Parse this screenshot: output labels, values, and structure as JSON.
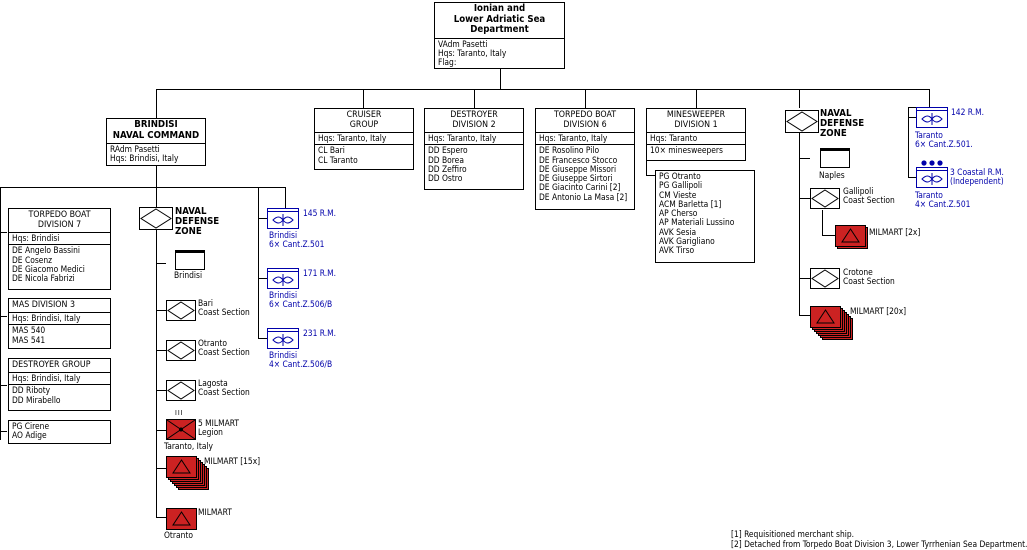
{
  "department": {
    "title_lines": [
      "Ionian and",
      "Lower Adriatic Sea",
      "Department"
    ],
    "info": [
      "VAdm Pasetti",
      "Hqs: Taranto, Italy",
      "Flag:"
    ]
  },
  "brindisi_command": {
    "title_lines": [
      "BRINDISI",
      "NAVAL COMMAND"
    ],
    "info": [
      "RAdm Pasetti",
      "Hqs: Brindisi, Italy"
    ]
  },
  "cruiser_group": {
    "title_lines": [
      "CRUISER",
      "GROUP"
    ],
    "hqs": "Hqs: Taranto, Italy",
    "units": [
      "CL Bari",
      "CL Taranto"
    ]
  },
  "destroyer_div2": {
    "title_lines": [
      "DESTROYER",
      "DIVISION 2"
    ],
    "hqs": "Hqs: Taranto, Italy",
    "units": [
      "DD Espero",
      "DD Borea",
      "DD Zeffiro",
      "DD Ostro"
    ]
  },
  "torpedo_div6": {
    "title_lines": [
      "TORPEDO BOAT",
      "DIVISION 6"
    ],
    "hqs": "Hqs: Taranto, Italy",
    "units": [
      "DE Rosolino Pilo",
      "DE Francesco Stocco",
      "DE Giuseppe Missori",
      "DE Giuseppe Sirtori",
      "DE Giacinto Carini [2]",
      "DE Antonio La Masa [2]"
    ]
  },
  "minesweeper_div1": {
    "title_lines": [
      "MINESWEEPER",
      "DIVISION 1"
    ],
    "hqs": "Hqs: Taranto",
    "units": [
      "10× minesweepers"
    ]
  },
  "misc_vessels": {
    "units": [
      "PG Otranto",
      "PG Gallipoli",
      "CM Vieste",
      "ACM Barletta [1]",
      "AP Cherso",
      "AP Materiali Lussino",
      "AVK Sesia",
      "AVK Garigliano",
      "AVK Tirso"
    ]
  },
  "torpedo_div7": {
    "title_lines": [
      "TORPEDO BOAT",
      "DIVISION 7"
    ],
    "hqs": "Hqs: Brindisi",
    "units": [
      "DE Angelo Bassini",
      "DE Cosenz",
      "DE Giacomo Medici",
      "DE Nicola Fabrizi"
    ]
  },
  "mas_div3": {
    "title": "MAS DIVISION 3",
    "hqs": "Hqs: Brindisi, Italy",
    "units": [
      "MAS 540",
      "MAS 541"
    ]
  },
  "destroyer_group": {
    "title": "DESTROYER GROUP",
    "hqs": "Hqs: Brindisi, Italy",
    "units": [
      "DD Riboty",
      "DD Mirabello"
    ]
  },
  "brindisi_aux": {
    "units": [
      "PG Cirene",
      "AO Adige"
    ]
  },
  "zone_label_lines": [
    "NAVAL",
    "DEFENSE",
    "ZONE"
  ],
  "brindisi_zone": {
    "hq_name": "Brindisi",
    "sections": [
      {
        "name": "Bari",
        "sub": "Coast Section"
      },
      {
        "name": "Otranto",
        "sub": "Coast Section"
      },
      {
        "name": "Lagosta",
        "sub": "Coast Section"
      }
    ],
    "milmart_legion": {
      "name": "5 MILMART",
      "sub": "Legion",
      "location": "Taranto, Italy",
      "size_marker": "III"
    },
    "milmart_group": "MILMART [15x]",
    "milmart_single": {
      "name": "MILMART",
      "location": "Otranto"
    }
  },
  "air_brindisi": [
    {
      "unit": "145 R.M.",
      "base": "Brindisi",
      "aircraft": "6× Cant.Z.501"
    },
    {
      "unit": "171 R.M.",
      "base": "Brindisi",
      "aircraft": "6× Cant.Z.506/B"
    },
    {
      "unit": "231 R.M.",
      "base": "Brindisi",
      "aircraft": "4× Cant.Z.506/B"
    }
  ],
  "naples_zone": {
    "hq_name": "Naples",
    "sections": [
      {
        "name": "Gallipoli",
        "sub": "Coast Section"
      },
      {
        "name": "Crotone",
        "sub": "Coast Section"
      }
    ],
    "milmart_2x": "MILMART [2x]",
    "milmart_20x": "MILMART [20x]"
  },
  "air_taranto": [
    {
      "unit": "142 R.M.",
      "base": "Taranto",
      "aircraft": "6× Cant.Z.501."
    },
    {
      "unit": "3 Coastal R.M.",
      "unit_note": "(Independent)",
      "base": "Taranto",
      "aircraft": "4× Cant.Z.501"
    }
  ],
  "footnotes": [
    "[1] Requisitioned merchant ship.",
    "[2] Detached from Torpedo Boat Division 3, Lower Tyrrhenian Sea Department."
  ],
  "colors": {
    "milmart_fill": "#cc2222",
    "air_blue": "#0000aa",
    "line": "#000000"
  }
}
